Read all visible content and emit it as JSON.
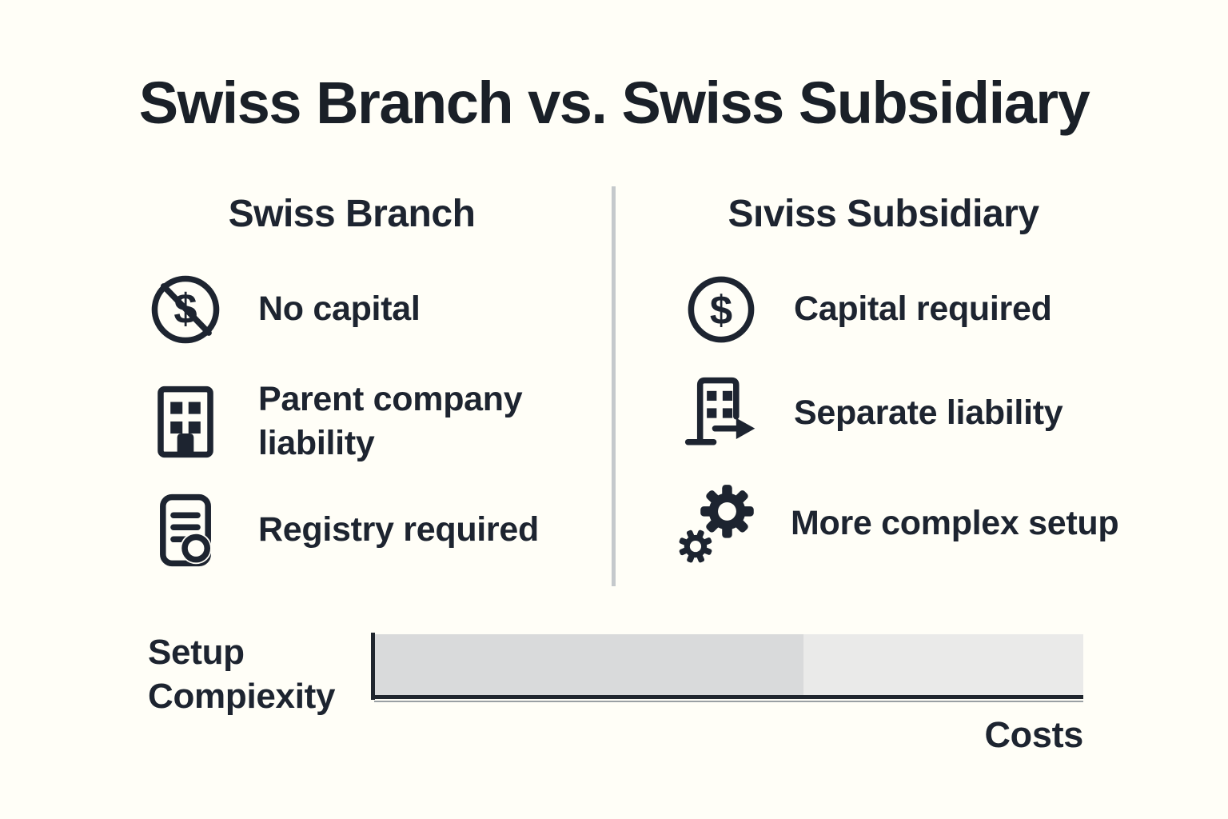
{
  "title": "Swiss Branch vs. Swiss Subsidiary",
  "columns": [
    {
      "heading": "Swiss Branch",
      "items": [
        {
          "icon": "no-capital-icon",
          "label": "No capital"
        },
        {
          "icon": "building-icon",
          "label": "Parent company liability"
        },
        {
          "icon": "registry-document-icon",
          "label": "Registry required"
        }
      ]
    },
    {
      "heading": "Sıviss Subsidiary",
      "items": [
        {
          "icon": "dollar-circle-icon",
          "label": "Capital required"
        },
        {
          "icon": "building-arrow-icon",
          "label": "Separate liability"
        },
        {
          "icon": "gears-icon",
          "label": "More complex setup"
        }
      ]
    }
  ],
  "chart_data": {
    "type": "bar",
    "orientation": "horizontal",
    "ylabel": "Setup\nCompiexity",
    "xlabel": "Costs",
    "segments": [
      {
        "name": "left-darker-segment",
        "fraction": 0.605,
        "color": "#d9dadb"
      },
      {
        "name": "right-lighter-segment",
        "fraction": 0.395,
        "color": "#eaeae9"
      }
    ],
    "axis_color": "#20262e",
    "grid": false
  },
  "colors": {
    "background": "#fffef7",
    "ink": "#1d2430",
    "divider": "#c5c9cc"
  }
}
